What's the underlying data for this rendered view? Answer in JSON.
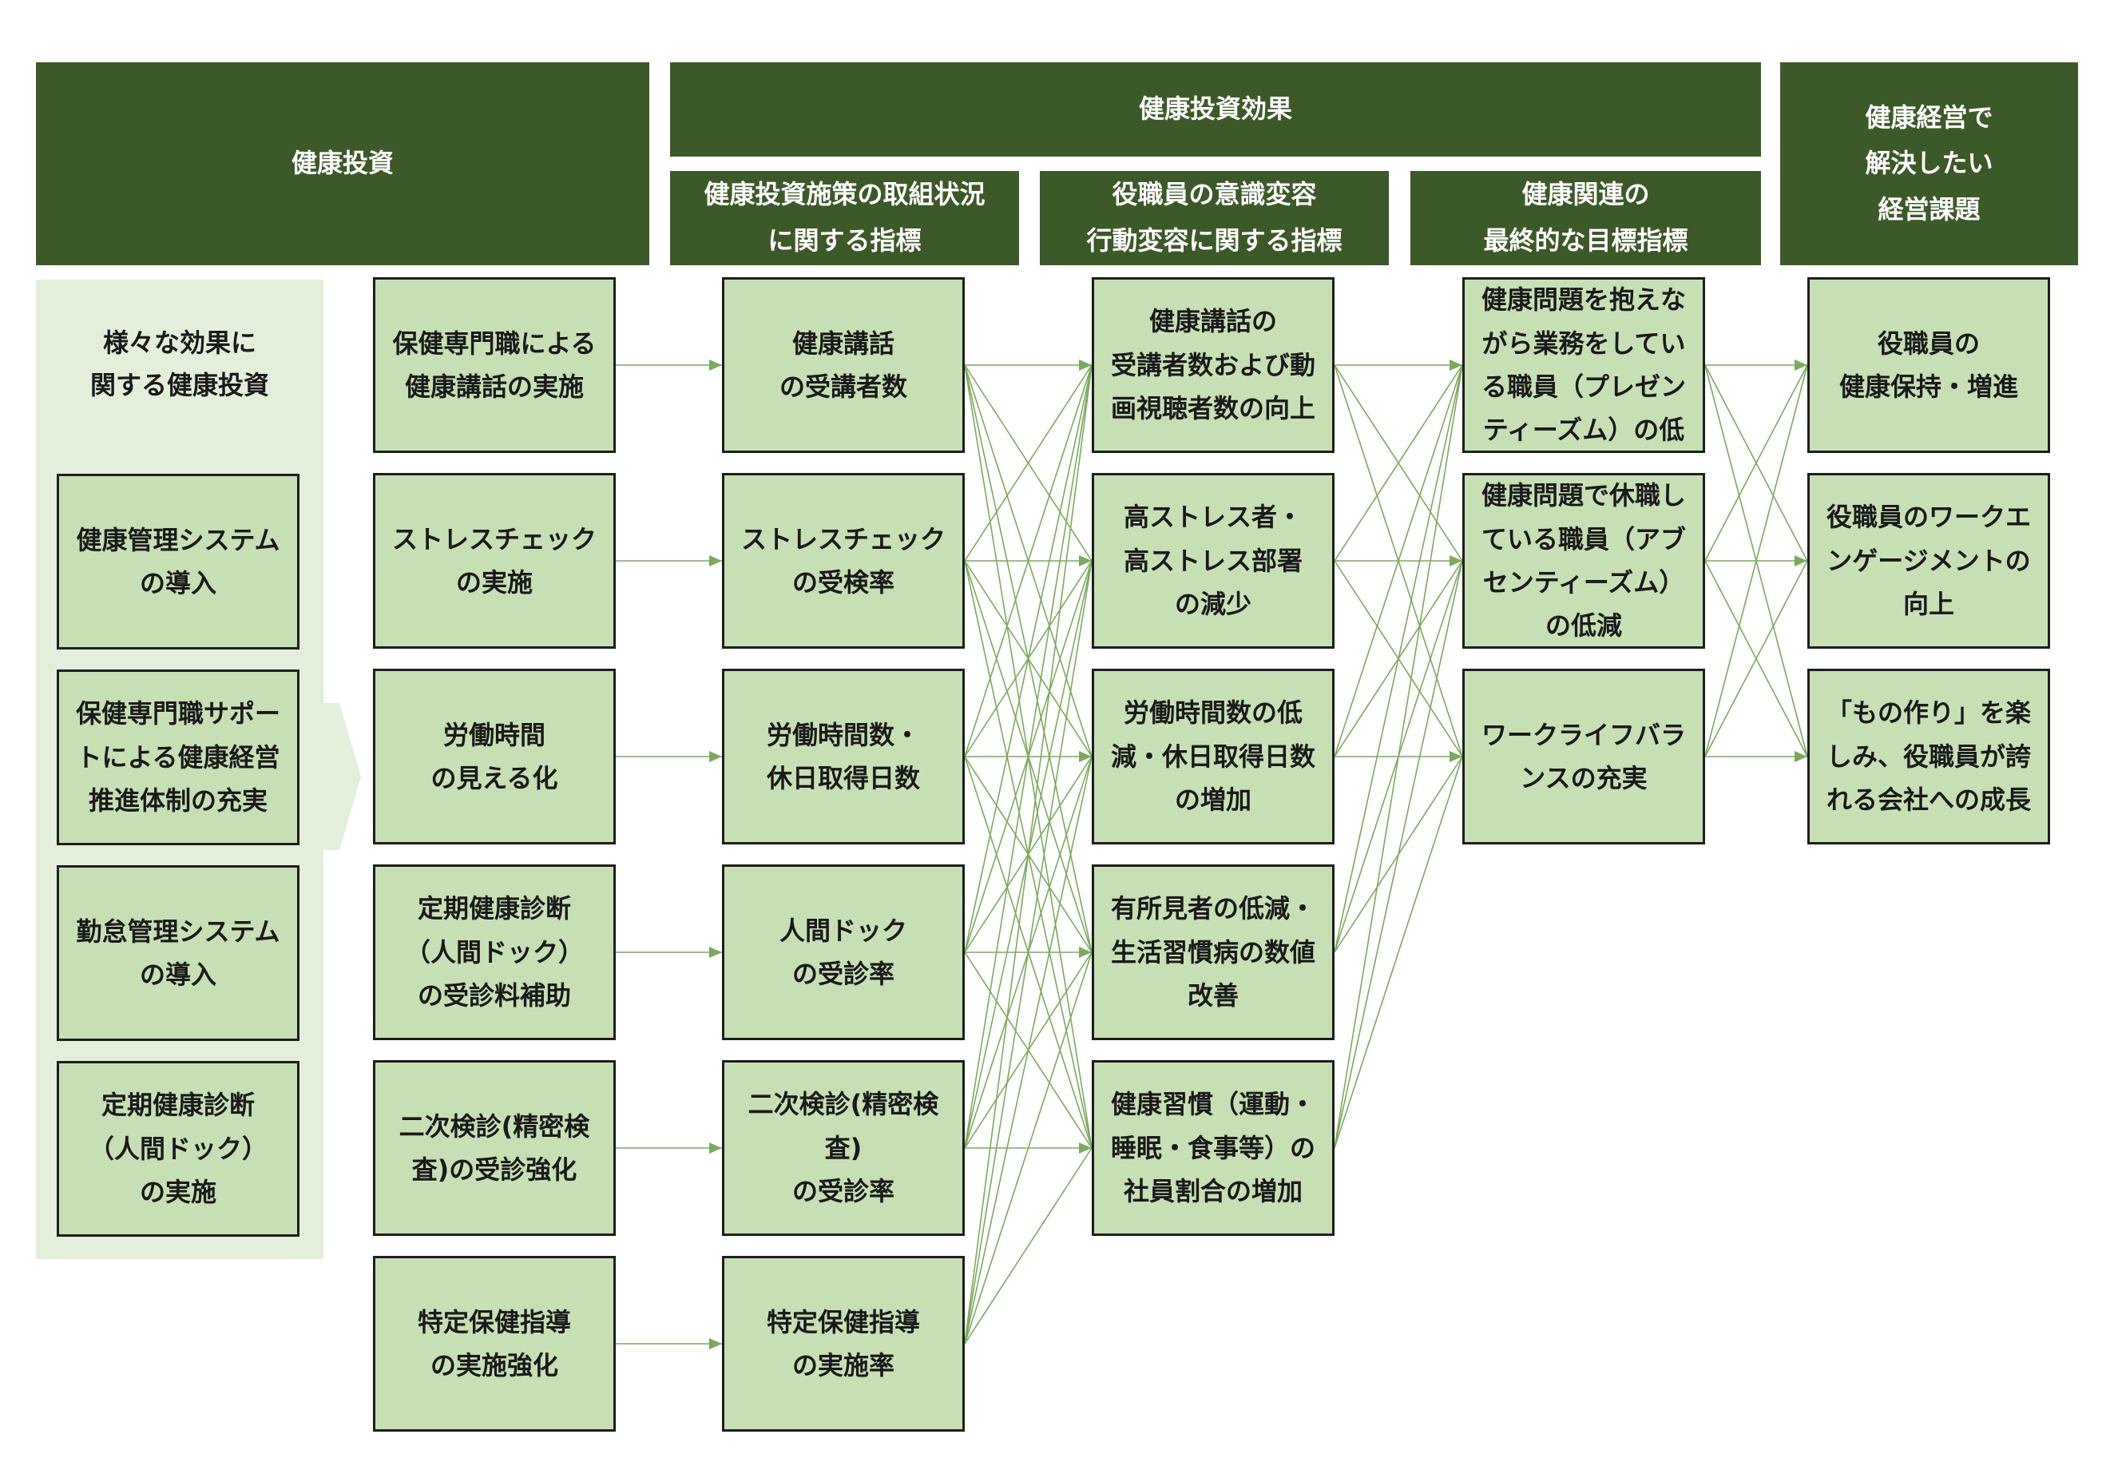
{
  "colors": {
    "header": "#3c5a27",
    "box_fill": "#c6e0b4",
    "panel_fill": "#e3efda",
    "arrow": "#7aaa5c"
  },
  "headers": {
    "investment": "健康投資",
    "effect": "健康投資効果",
    "col_initiative": "健康投資施策の取組状況\nに関する指標",
    "col_awareness": "役職員の意識変容\n行動変容に関する指標",
    "col_final": "健康関連の\n最終的な目標指標",
    "col_issue": "健康経営で\n解決したい\n経営課題"
  },
  "panel": {
    "title": "様々な効果に\n関する健康投資",
    "items": [
      "健康管理システム\nの導入",
      "保健専門職サポー\nトによる健康経営\n推進体制の充実",
      "勤怠管理システム\nの導入",
      "定期健康診断\n（人間ドック）\nの実施"
    ]
  },
  "columns": {
    "measures": [
      "保健専門職による\n健康講話の実施",
      "ストレスチェック\nの実施",
      "労働時間\nの見える化",
      "定期健康診断\n（人間ドック）\nの受診料補助",
      "二次検診(精密検\n査)の受診強化",
      "特定保健指導\nの実施強化"
    ],
    "indicators": [
      "健康講話\nの受講者数",
      "ストレスチェック\nの受検率",
      "労働時間数・\n休日取得日数",
      "人間ドック\nの受診率",
      "二次検診(精密検\n査)\nの受診率",
      "特定保健指導\nの実施率"
    ],
    "awareness": [
      "健康講話の\n受講者数および動\n画視聴者数の向上",
      "高ストレス者・\n高ストレス部署\nの減少",
      "労働時間数の低\n減・休日取得日数\nの増加",
      "有所見者の低減・\n生活習慣病の数値\n改善",
      "健康習慣（運動・\n睡眠・食事等）の\n社員割合の増加"
    ],
    "final": [
      "健康問題を抱えな\nがら業務をしてい\nる職員（プレゼン\nティーズム）の低",
      "健康問題で休職し\nている職員（アブ\nセンティーズム）\nの低減",
      "ワークライフバラ\nンスの充実"
    ],
    "issues": [
      "役職員の\n健康保持・増進",
      "役職員のワークエ\nンゲージメントの\n向上",
      "「もの作り」を楽\nしみ、役職員が誇\nれる会社への成長"
    ]
  }
}
